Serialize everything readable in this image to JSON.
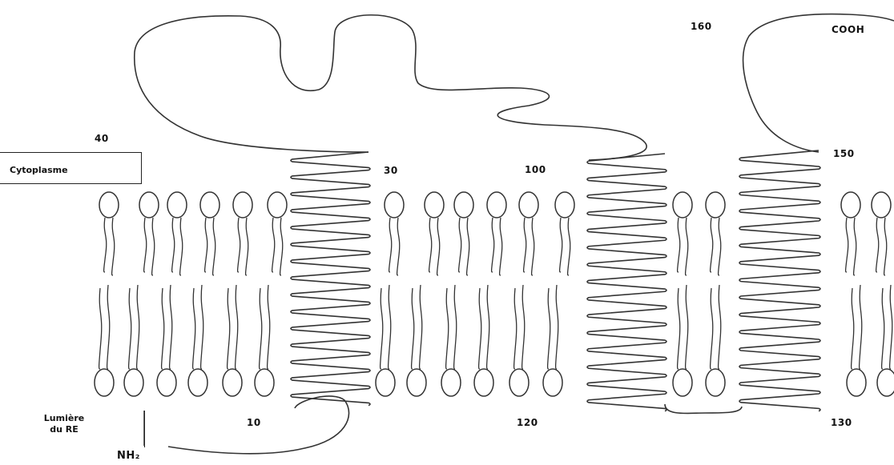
{
  "regions": {
    "cytoplasm": "Cytoplasme",
    "lumen_line1": "Lumière",
    "lumen_line2": "du RE"
  },
  "termini": {
    "n_terminus": "NH₂",
    "c_terminus": "COOH"
  },
  "residue_markers": [
    "10",
    "30",
    "40",
    "100",
    "120",
    "130",
    "150",
    "160"
  ],
  "colors": {
    "line": "#333333",
    "background": "#ffffff"
  }
}
